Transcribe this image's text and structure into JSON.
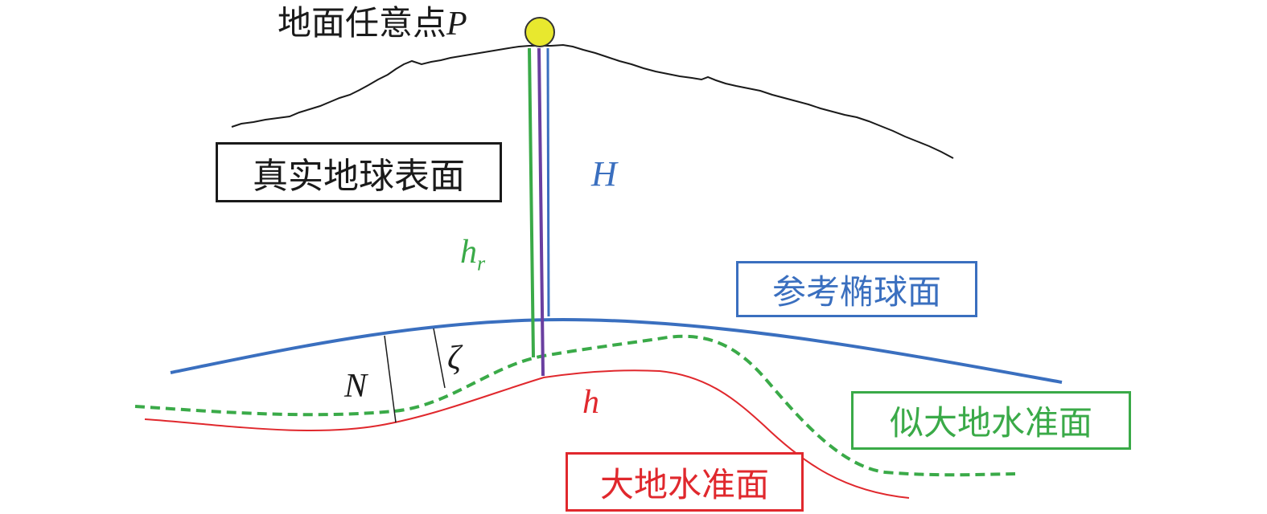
{
  "labels": {
    "point_p_prefix": "地面任意点",
    "point_p_symbol": "P",
    "earth_surface": "真实地球表面",
    "ellipsoid": "参考椭球面",
    "quasigeoid": "似大地水准面",
    "geoid": "大地水准面",
    "H": "H",
    "h_r_base": "h",
    "h_r_sub": "r",
    "N": "N",
    "zeta": "ζ",
    "h": "h"
  },
  "colors": {
    "terrain": "#1a1a1a",
    "ellipsoid": "#3a6fbf",
    "quasigeoid": "#3aaa48",
    "geoid": "#e0282d",
    "point": "#e8e82e",
    "point_outline": "#333333",
    "normal_line": "#6a3fa0"
  }
}
